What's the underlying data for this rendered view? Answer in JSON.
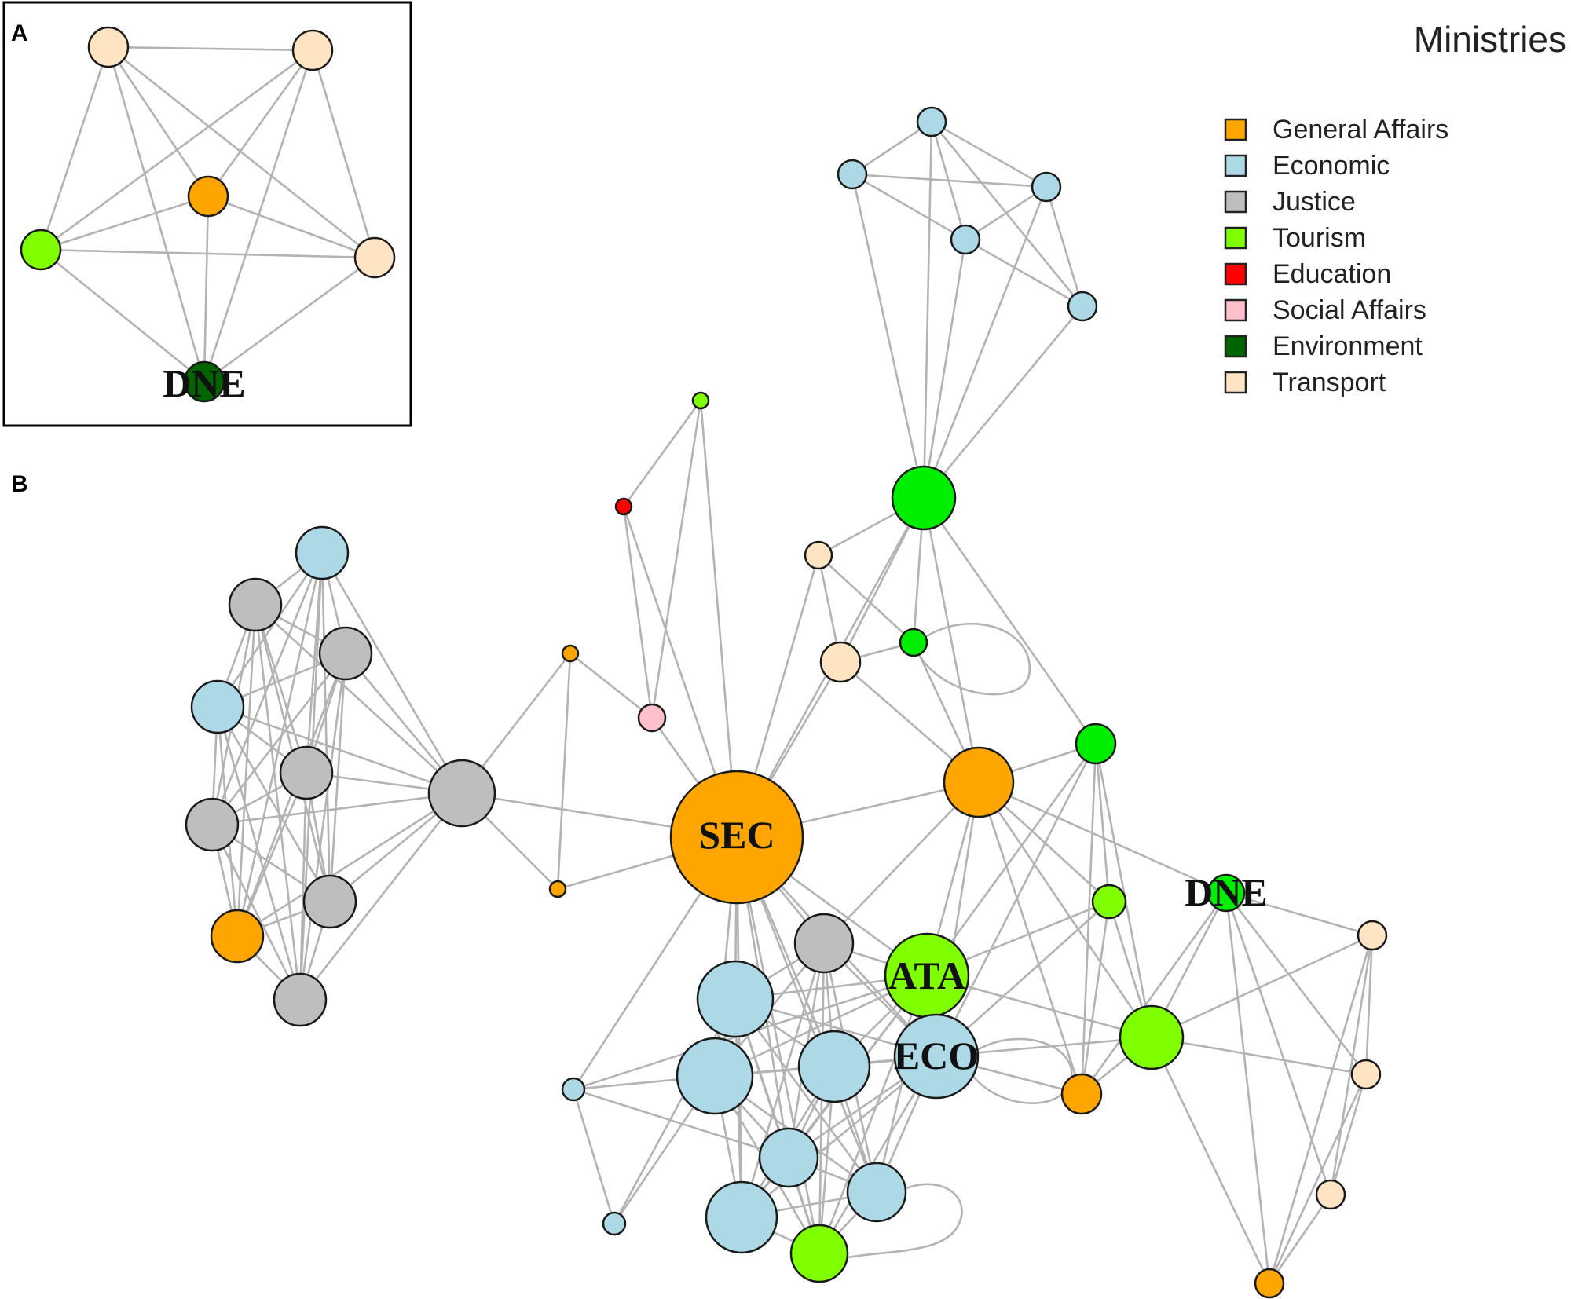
{
  "colors": {
    "General Affairs": "#ffa500",
    "Economic": "#add8e6",
    "Justice": "#bebebe",
    "Tourism": "#7fff00",
    "Tourism2": "#00ee00",
    "Education": "#ff0000",
    "Social Affairs": "#ffc0cb",
    "Environment": "#006400",
    "Transport": "#ffe4c4"
  },
  "panels": [
    {
      "id": "A",
      "label": "A"
    },
    {
      "id": "B",
      "label": "B"
    }
  ],
  "legend": {
    "title": "Ministries",
    "items": [
      {
        "label": "General Affairs",
        "color": "#ffa500"
      },
      {
        "label": "Economic",
        "color": "#add8e6"
      },
      {
        "label": "Justice",
        "color": "#bebebe"
      },
      {
        "label": "Tourism",
        "color": "#7fff00"
      },
      {
        "label": "Education",
        "color": "#ff0000"
      },
      {
        "label": "Social Affairs",
        "color": "#ffc0cb"
      },
      {
        "label": "Environment",
        "color": "#006400"
      },
      {
        "label": "Transport",
        "color": "#ffe4c4"
      }
    ]
  },
  "network_a": {
    "nodes": [
      {
        "id": "a1",
        "ministry": "Transport",
        "label": ""
      },
      {
        "id": "a2",
        "ministry": "Transport",
        "label": ""
      },
      {
        "id": "a3",
        "ministry": "General Affairs",
        "label": ""
      },
      {
        "id": "a4",
        "ministry": "Tourism",
        "label": ""
      },
      {
        "id": "a5",
        "ministry": "Transport",
        "label": ""
      },
      {
        "id": "a6",
        "ministry": "Environment",
        "label": "DNE"
      }
    ]
  },
  "network_b": {
    "nodes": [
      {
        "id": "SEC",
        "ministry": "General Affairs",
        "label": "SEC"
      },
      {
        "id": "ATA",
        "ministry": "Tourism",
        "label": "ATA"
      },
      {
        "id": "ECO",
        "ministry": "Economic",
        "label": "ECO"
      },
      {
        "id": "DNE",
        "ministry": "Tourism2",
        "label": "DNE"
      }
    ]
  }
}
